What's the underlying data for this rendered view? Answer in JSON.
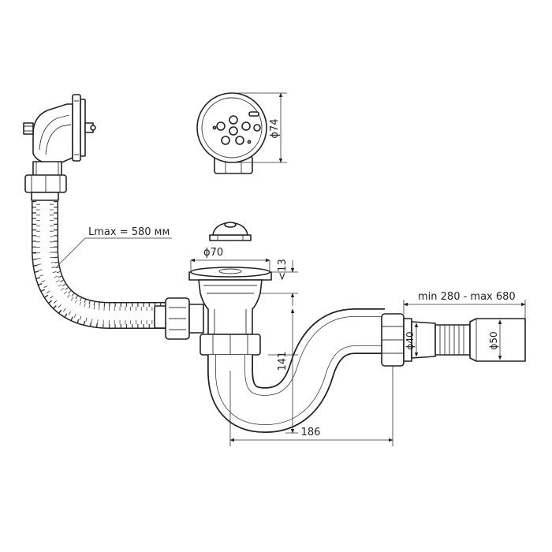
{
  "dimensions": {
    "hose_length": "Lmax = 580 мм",
    "outlet_cap_diameter": "ϕ74",
    "drain_diameter": "ϕ70",
    "overflow_gap": "<13",
    "trap_height": "141",
    "trap_width": "186",
    "outlet_length": "min 280 - max 680",
    "nut_diameter": "ϕ40",
    "pipe_diameter": "ϕ50"
  }
}
